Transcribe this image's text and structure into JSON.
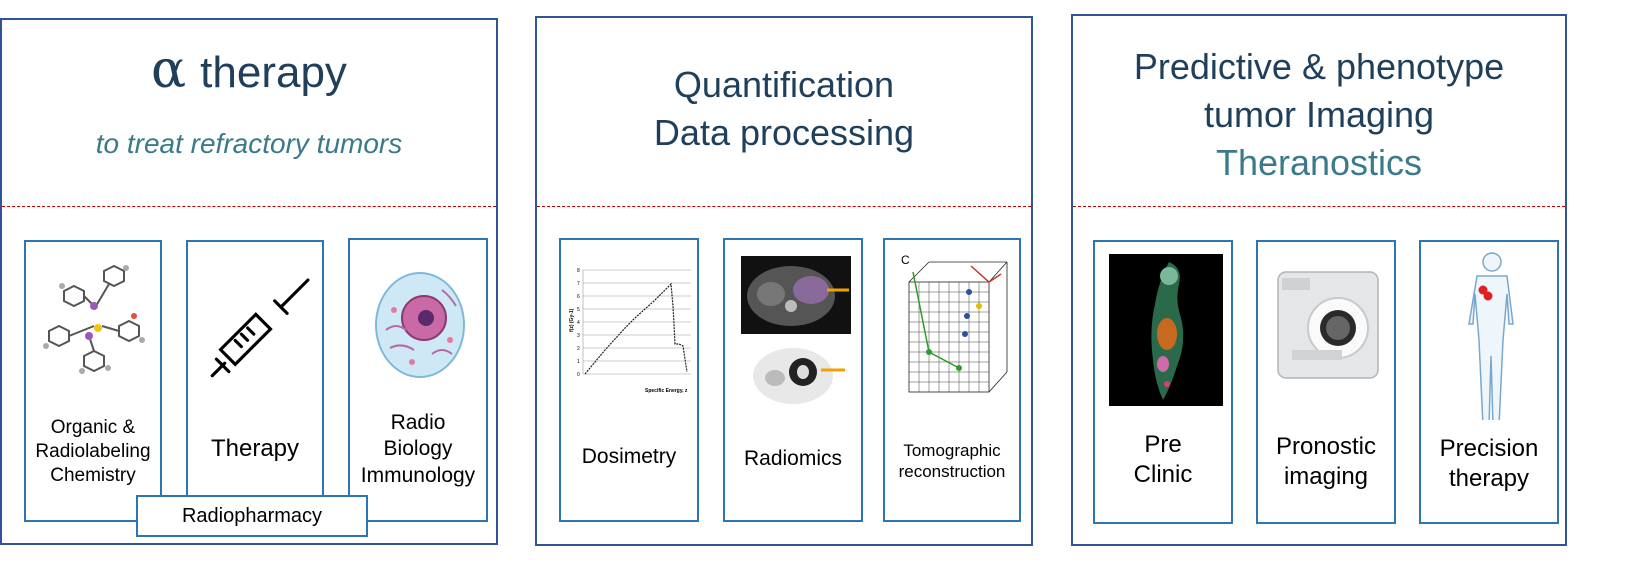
{
  "panels": {
    "alpha": {
      "symbol": "α",
      "title": "therapy",
      "subtitle": "to treat refractory tumors",
      "cards": {
        "organic": "Organic & Radiolabeling Chemistry",
        "therapy": "Therapy",
        "radiobio": "Radio Biology Immunology"
      },
      "radiopharmacy": "Radiopharmacy"
    },
    "quant": {
      "title_line1": "Quantification",
      "title_line2": "Data processing",
      "cards": {
        "dosimetry": "Dosimetry",
        "radiomics": "Radiomics",
        "tomo": "Tomographic reconstruction"
      },
      "dosimetry_chart": {
        "xlabel": "Specific Energy, z",
        "ylabel": "f(z) (Gy-1)",
        "yticks": [
          "0",
          "1",
          "2",
          "3",
          "4",
          "5",
          "6",
          "7",
          "8"
        ]
      }
    },
    "predictive": {
      "title_line1": "Predictive & phenotype",
      "title_line2": "tumor Imaging",
      "title_line3": "Theranostics",
      "cards": {
        "preclinic": "Pre Clinic",
        "pronostic": "Pronostic imaging",
        "precision": "Precision therapy"
      }
    }
  },
  "colors": {
    "panel_border": "#2f5597",
    "card_border": "#2e75b6",
    "title": "#1f3f5a",
    "subtitle": "#3a7a8a",
    "divider": "#c00000"
  }
}
